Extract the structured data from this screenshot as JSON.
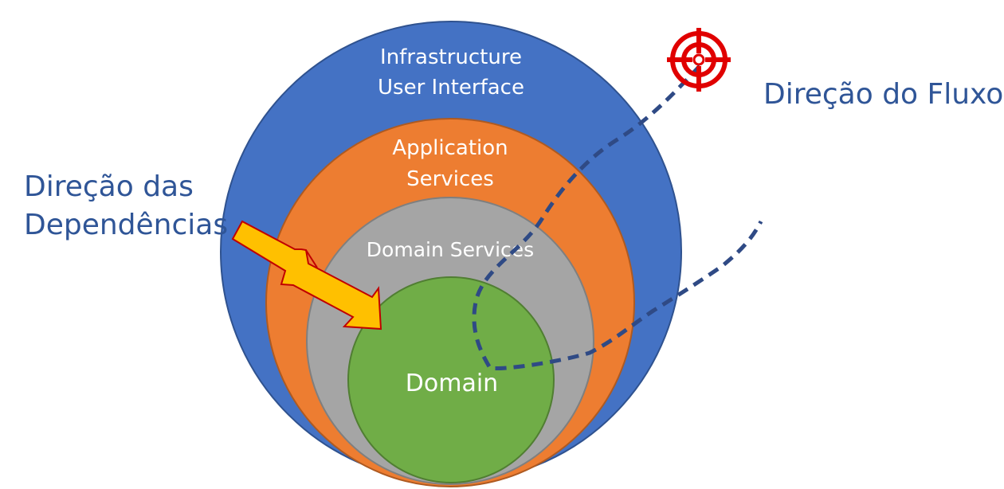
{
  "layers": {
    "infrastructure": {
      "line1": "Infrastructure",
      "line2": "User Interface",
      "color": "#4472C4"
    },
    "application": {
      "line1": "Application",
      "line2": "Services",
      "color": "#ED7D31"
    },
    "domain_services": {
      "label": "Domain Services",
      "color": "#A5A5A5"
    },
    "domain": {
      "label": "Domain",
      "color": "#70AD47"
    }
  },
  "annotations": {
    "dependencies": {
      "line1": "Direção das",
      "line2": "Dependências",
      "arrow_icon": "double-arrow-icon",
      "arrow_color": "#FFC000"
    },
    "flow": {
      "label": "Direção do Fluxo",
      "target_icon": "target-icon",
      "path_color": "#2F4A85"
    }
  },
  "colors": {
    "text_accent": "#2F5597",
    "target_red": "#E00000"
  }
}
